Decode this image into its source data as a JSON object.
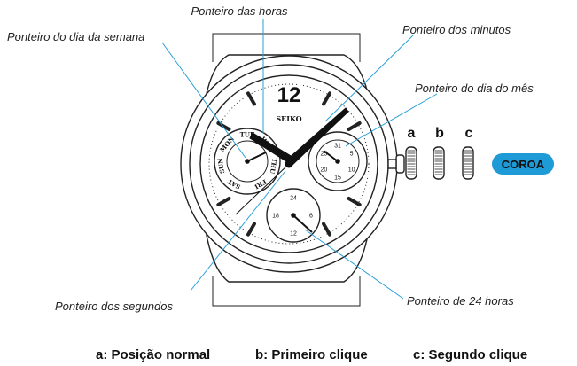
{
  "labels": {
    "hour_hand": "Ponteiro das horas",
    "day_of_week_hand": "Ponteiro do dia da semana",
    "minute_hand": "Ponteiro dos minutos",
    "date_hand": "Ponteiro do dia do mês",
    "second_hand": "Ponteiro dos segundos",
    "hand_24h": "Ponteiro de 24 horas"
  },
  "dial": {
    "twelve": "12",
    "brand": "SEIKO",
    "day_names": [
      "SAT",
      "SUN",
      "MON",
      "TUE",
      "WED",
      "THU",
      "FRI"
    ],
    "date_numbers": [
      "31",
      "5",
      "10",
      "15",
      "20",
      "25"
    ],
    "hour24_numbers": [
      "24",
      "6",
      "12",
      "18"
    ]
  },
  "crown": {
    "positions": [
      "a",
      "b",
      "c"
    ],
    "label": "COROA",
    "label_color": "#1e9bd7"
  },
  "captions": {
    "a": "a: Posição normal",
    "b": "b: Primeiro clique",
    "c": "c: Segundo clique"
  },
  "colors": {
    "leader_line": "#2a9fd8"
  }
}
